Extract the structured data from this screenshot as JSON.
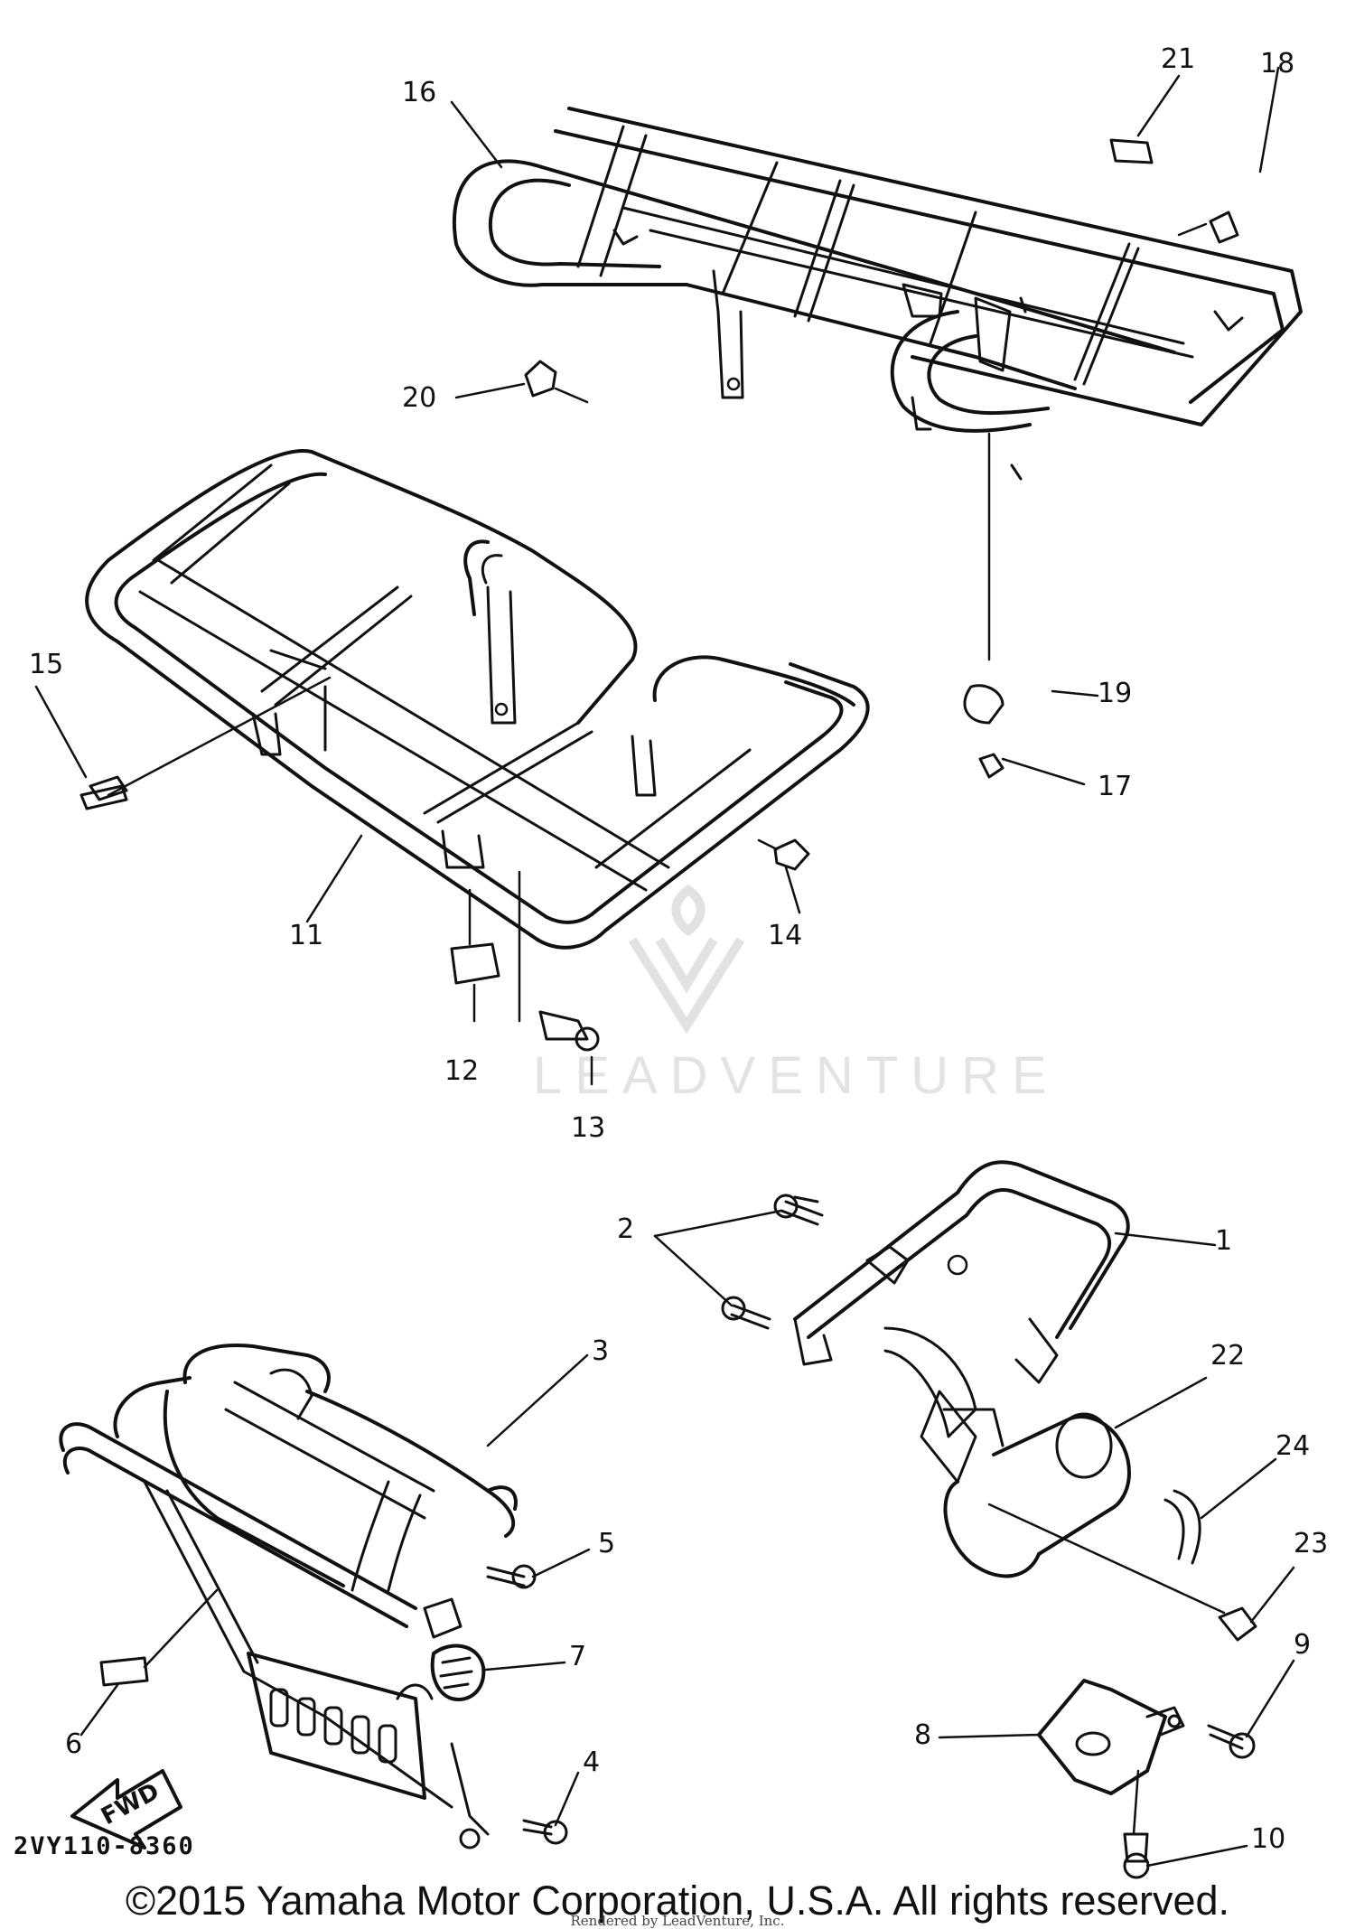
{
  "diagram": {
    "part_numbers": {
      "p1": "1",
      "p2": "2",
      "p3": "3",
      "p4": "4",
      "p5": "5",
      "p6": "6",
      "p7": "7",
      "p8": "8",
      "p9": "9",
      "p10": "10",
      "p11": "11",
      "p12": "12",
      "p13": "13",
      "p14": "14",
      "p15": "15",
      "p16": "16",
      "p17": "17",
      "p18": "18",
      "p19": "19",
      "p20": "20",
      "p21": "21",
      "p22": "22",
      "p23": "23",
      "p24": "24"
    },
    "direction_label": "FWD",
    "drawing_code": "2VY110-8360",
    "watermark_text": "LEADVENTURE"
  },
  "footer": {
    "copyright": "©2015 Yamaha Motor Corporation, U.S.A. All rights reserved.",
    "rendered_by": "Rendered by LeadVenture, Inc."
  }
}
